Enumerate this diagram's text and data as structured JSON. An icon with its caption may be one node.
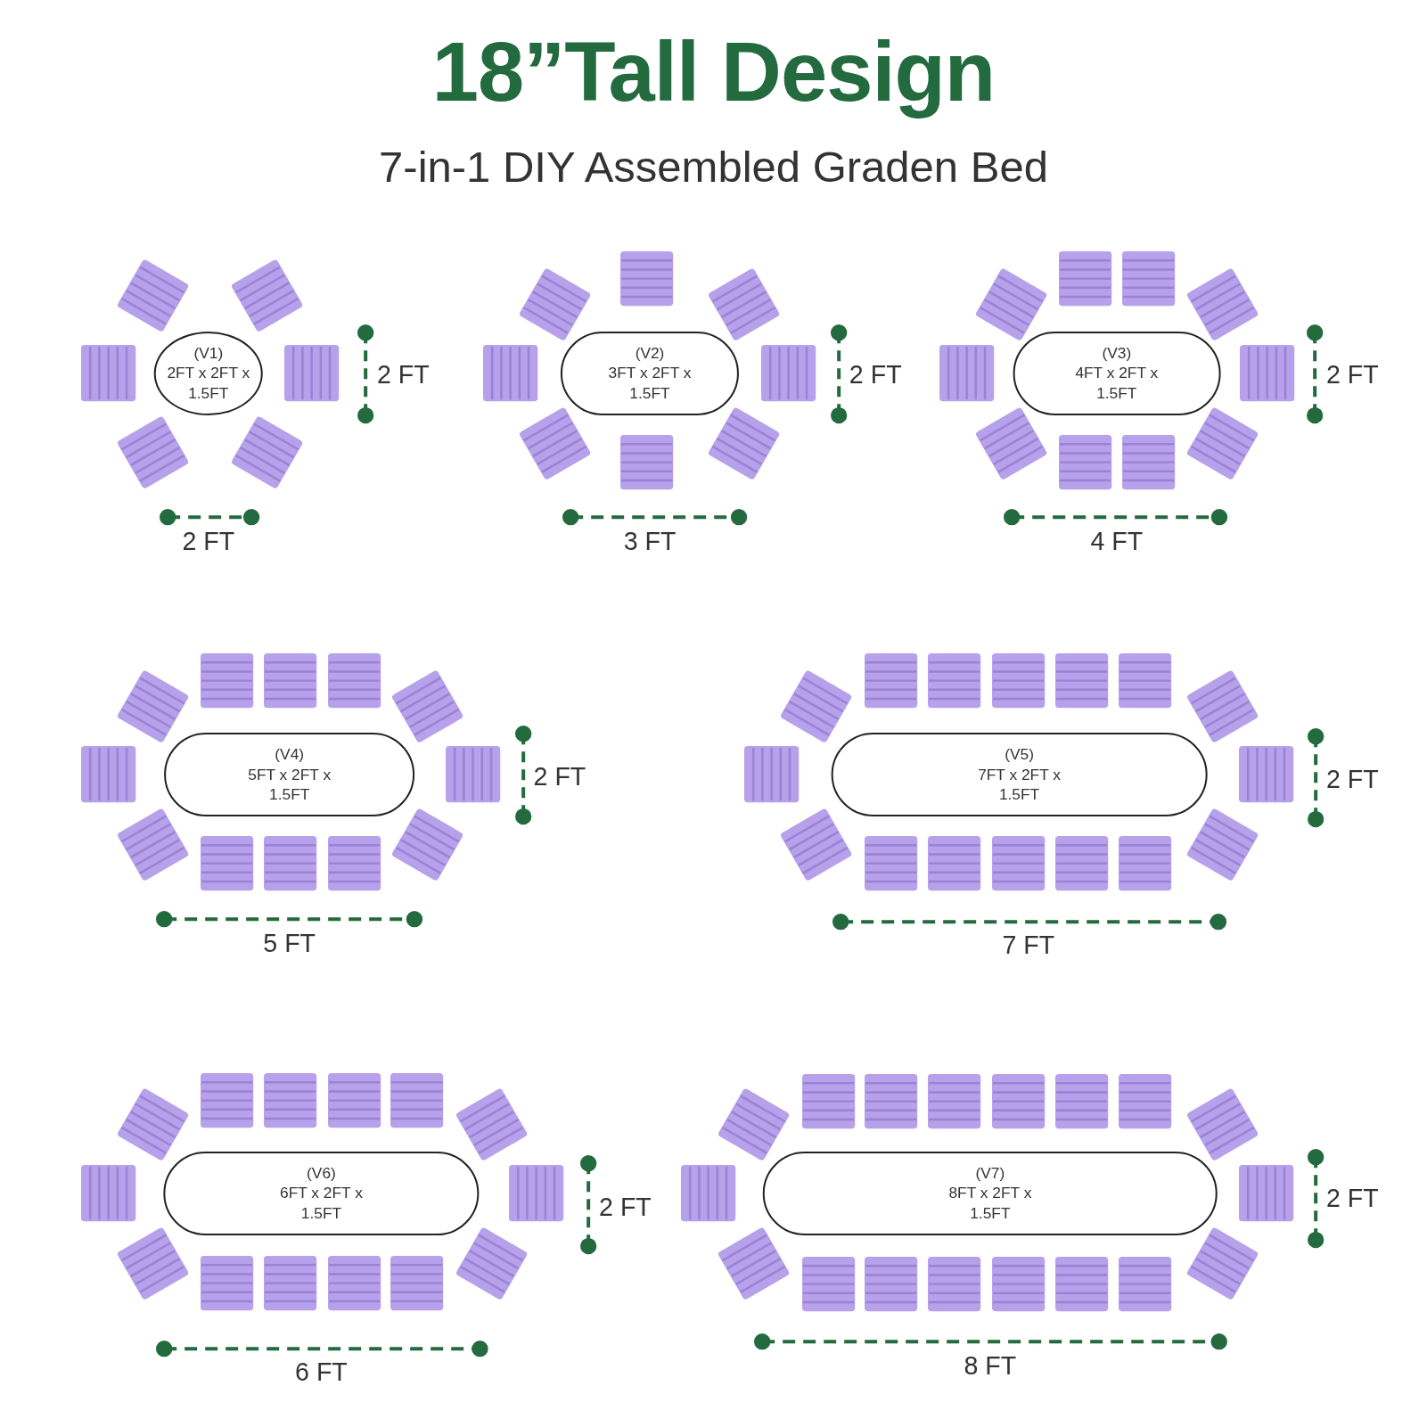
{
  "diagram": {
    "title": "18”Tall Design",
    "nodes": [
      {
        "text": [
          "(V1)",
          "2FT x 2FT x 1.5FT"
        ]
      },
      {
        "text": [
          "(V2)",
          "3FT x 2FT x 1.5FT"
        ]
      },
      {
        "text": [
          "(V3)",
          "4FT x 2FT x 1.5FT"
        ]
      },
      {
        "text": [
          "(V4)",
          "5FT x 2FT x 1.5FT"
        ]
      },
      {
        "text": [
          "(V5)",
          "7FT x 2FT x 1.5FT"
        ]
      },
      {
        "text": [
          "(V6)",
          "6FT x 2FT x 1.5FT"
        ]
      },
      {
        "text": [
          "(V7)",
          "8FT x 2FT x 1.5FT"
        ]
      }
    ],
    "labels": [
      "7-in-1 DIY Assembled Graden Bed",
      "2 FT",
      "2 FT",
      "2 FT",
      "2 FT",
      "3 FT",
      "4 FT",
      "2 FT",
      "2 FT",
      "5 FT",
      "7 FT",
      "2 FT",
      "2 FT",
      "6 FT",
      "8 FT"
    ]
  }
}
